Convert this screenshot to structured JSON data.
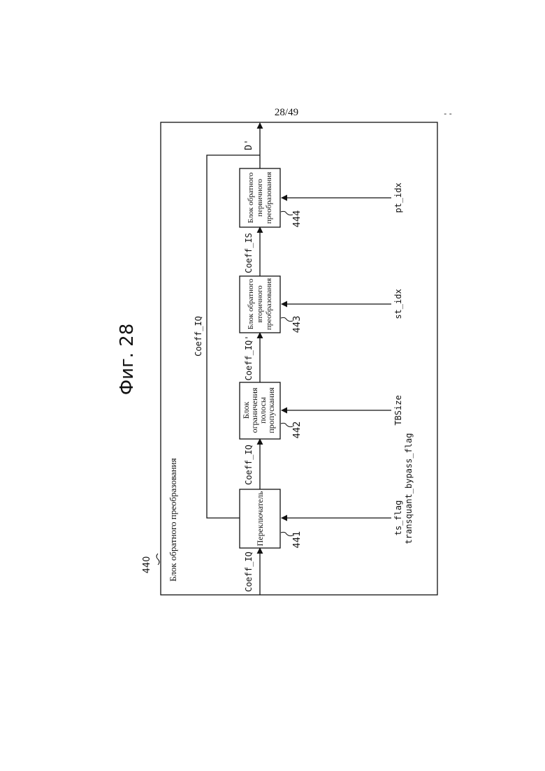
{
  "page_number": "28/49",
  "corner_mark": "- -",
  "figure_title": "Фиг. 28",
  "outer_block": {
    "label": "Блок обратного преобразования",
    "ref": "440"
  },
  "blocks": [
    {
      "ref": "441",
      "lines": [
        "Переключатель"
      ]
    },
    {
      "ref": "442",
      "lines": [
        "Блок",
        "ограничения",
        "полосы",
        "пропускания"
      ]
    },
    {
      "ref": "443",
      "lines": [
        "Блок обратного",
        "вторичного",
        "преобразования"
      ]
    },
    {
      "ref": "444",
      "lines": [
        "Блок обратного",
        "первичного",
        "преобразования"
      ]
    }
  ],
  "signals": {
    "input": "Coeff_IQ",
    "switch_out": "Coeff_IQ",
    "band_out": "Coeff_IQ'",
    "secondary_out": "Coeff_IS",
    "bypass": "Coeff_IQ",
    "output": "D'"
  },
  "controls": {
    "switch_line1": "ts_flag",
    "switch_line2": "transquant_bypass_flag",
    "band": "TBSize",
    "secondary": "st_idx",
    "primary": "pt_idx"
  },
  "colors": {
    "line": "#111111",
    "background": "#ffffff"
  }
}
